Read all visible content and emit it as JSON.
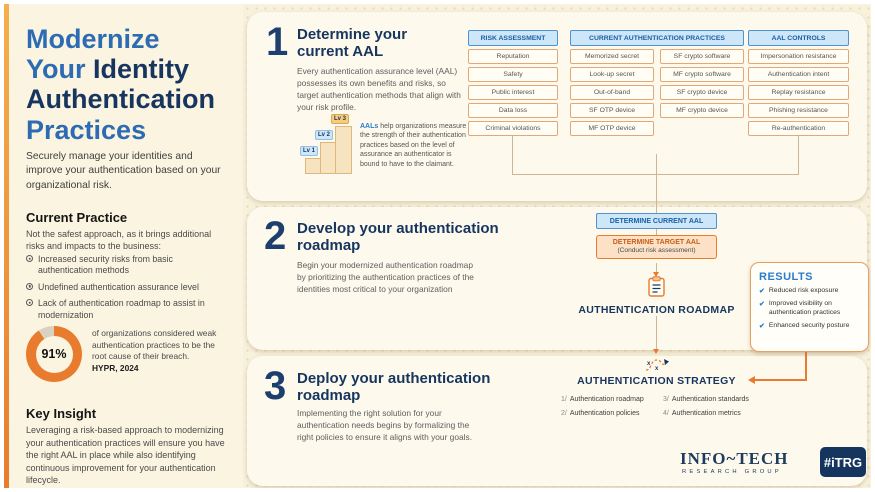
{
  "sidebar": {
    "title": {
      "word1": "Modernize",
      "word2": "Your",
      "word3": "Identity",
      "word4": "Authentication",
      "word5": "Practices"
    },
    "intro": "Securely manage your identities and improve your authentication based on your organizational risk.",
    "current_practice": {
      "heading": "Current Practice",
      "body": "Not the safest approach, as it brings additional risks and impacts to the business:",
      "bullets": [
        "Increased security risks from basic authentication methods",
        "Undefined authentication assurance level",
        "Lack of authentication roadmap to assist in modernization"
      ]
    },
    "stat": {
      "value": "91%",
      "text": "of organizations considered weak authentication practices to be the root cause of their breach.",
      "source": "HYPR, 2024"
    },
    "key_insight": {
      "heading": "Key Insight",
      "body": "Leveraging a risk-based approach to modernizing your authentication practices will ensure you have the right AAL in place while also identifying continuous improvement for your authentication lifecycle."
    }
  },
  "step1": {
    "number": "1",
    "title": "Determine your current AAL",
    "body": "Every authentication assurance level (AAL) possesses its own benefits and risks, so target authentication methods that align with your risk profile.",
    "levels": [
      "Lv 1",
      "Lv 2",
      "Lv 3"
    ],
    "aal_note_bold": "AALs",
    "aal_note_rest": " help organizations measure the strength of their authentication practices based on the level of assurance an authenticator is bound to have to the claimant."
  },
  "step2": {
    "number": "2",
    "title": "Develop your authentication roadmap",
    "body": "Begin your modernized authentication roadmap by prioritizing the authentication practices of the identities most critical to your organization"
  },
  "step3": {
    "number": "3",
    "title": "Deploy your authentication roadmap",
    "body": "Implementing the right solution for your authentication needs begins by formalizing the right policies to ensure it aligns with your goals."
  },
  "tables": {
    "risk": {
      "header": "RISK ASSESSMENT",
      "rows": [
        "Reputation",
        "Safety",
        "Public interest",
        "Data loss",
        "Criminal violations"
      ]
    },
    "practices": {
      "header": "CURRENT AUTHENTICATION PRACTICES",
      "col1": [
        "Memorized secret",
        "Look-up secret",
        "Out-of-band",
        "SF OTP device",
        "MF OTP device"
      ],
      "col2": [
        "SF crypto software",
        "MF crypto software",
        "SF crypto device",
        "MF crypto device"
      ]
    },
    "aal": {
      "header": "AAL CONTROLS",
      "rows": [
        "Impersonation resistance",
        "Authentication intent",
        "Replay resistance",
        "Phishing resistance",
        "Re-authentication"
      ]
    }
  },
  "flow": {
    "current_aal": "DETERMINE CURRENT AAL",
    "target_aal": "DETERMINE TARGET AAL",
    "target_aal_sub": "(Conduct risk assessment)",
    "roadmap_label": "AUTHENTICATION ROADMAP",
    "strategy_label": "AUTHENTICATION STRATEGY",
    "strategy_items": [
      {
        "num": "1/",
        "label": "Authentication roadmap"
      },
      {
        "num": "2/",
        "label": "Authentication policies"
      },
      {
        "num": "3/",
        "label": "Authentication standards"
      },
      {
        "num": "4/",
        "label": "Authentication metrics"
      }
    ]
  },
  "results": {
    "heading": "RESULTS",
    "items": [
      "Reduced risk exposure",
      "Improved visibility on authentication practices",
      "Enhanced security posture"
    ]
  },
  "footer": {
    "logo_main": "Info~Tech",
    "logo_sub": "Research Group",
    "badge": "#iTRG"
  },
  "colors": {
    "accent_orange": "#e87b2e",
    "accent_blue": "#2a7ccc",
    "navy": "#16355f",
    "table_blue": "#cde6f8"
  }
}
